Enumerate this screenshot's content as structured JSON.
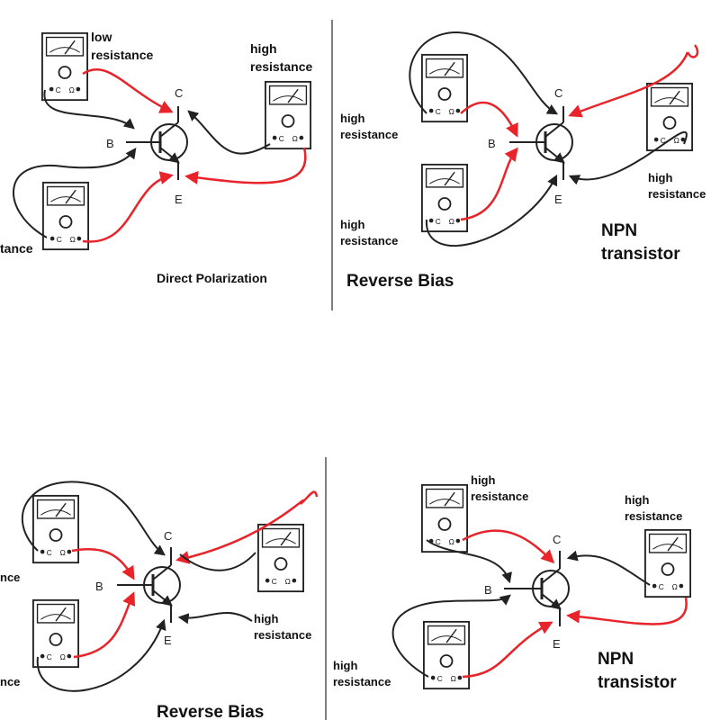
{
  "panels": {
    "top_left": {
      "caption": "Direct Polarization",
      "labels": [
        "low",
        "resistance",
        "high",
        "resistance",
        "tance"
      ],
      "pins": [
        "B",
        "C",
        "E"
      ]
    },
    "top_right": {
      "caption": "Reverse Bias",
      "labels": [
        "high",
        "resistance",
        "high",
        "resistance",
        "high",
        "resistance"
      ],
      "title_line1": "NPN",
      "title_line2": "transistor",
      "pins": [
        "B",
        "C",
        "E"
      ]
    },
    "bottom_left": {
      "caption": "Reverse Bias",
      "labels": [
        "nce",
        "high",
        "resistance",
        "nce"
      ],
      "pins": [
        "B",
        "C",
        "E"
      ]
    },
    "bottom_right": {
      "labels": [
        "high",
        "resistance",
        "high",
        "resistance",
        "high",
        "resistance"
      ],
      "title_line1": "NPN",
      "title_line2": "transistor",
      "pins": [
        "B",
        "C",
        "E"
      ]
    }
  },
  "meter": {
    "terminal_c": "C",
    "terminal_ohm": "Ω"
  },
  "colors": {
    "wire_red": "#e8232a",
    "wire_black": "#222222",
    "meter_fill": "#ffffff"
  }
}
